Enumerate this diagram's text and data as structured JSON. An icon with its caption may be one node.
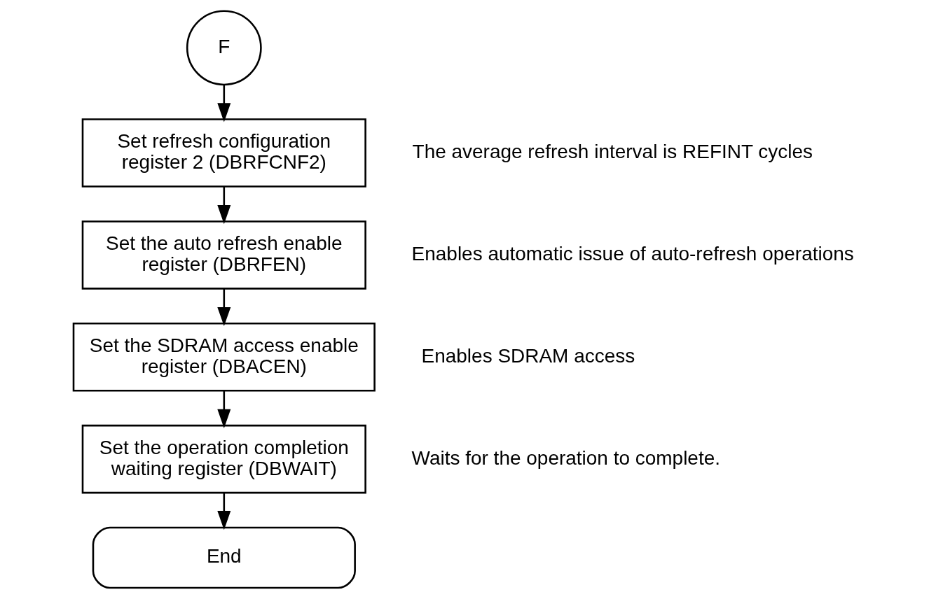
{
  "diagram": {
    "nodes": [
      {
        "text": [
          "F"
        ]
      },
      {
        "text": [
          "Set refresh configuration register 2 (DBRFCNF2)"
        ],
        "beside": [
          "The average refresh interval is REFINT cycles"
        ]
      },
      {
        "text": [
          "Set the auto refresh enable register (DBRFEN)"
        ],
        "beside": [
          "Enables automatic issue of auto-refresh operations"
        ]
      },
      {
        "text": [
          "Set the SDRAM access enable register (DBACEN)"
        ],
        "beside": [
          "Enables SDRAM access"
        ]
      },
      {
        "text": [
          "Set the operation completion waiting register (DBWAIT)"
        ],
        "beside": [
          "Waits for the operation to complete."
        ]
      },
      {
        "text": [
          "End"
        ]
      }
    ],
    "edges": [
      {
        "from": 0,
        "to": 1,
        "arrow": "to"
      },
      {
        "from": 1,
        "to": 2,
        "arrow": "to"
      },
      {
        "from": 2,
        "to": 3,
        "arrow": "to"
      },
      {
        "from": 3,
        "to": 4,
        "arrow": "to"
      },
      {
        "from": 4,
        "to": 5,
        "arrow": "to"
      }
    ]
  }
}
